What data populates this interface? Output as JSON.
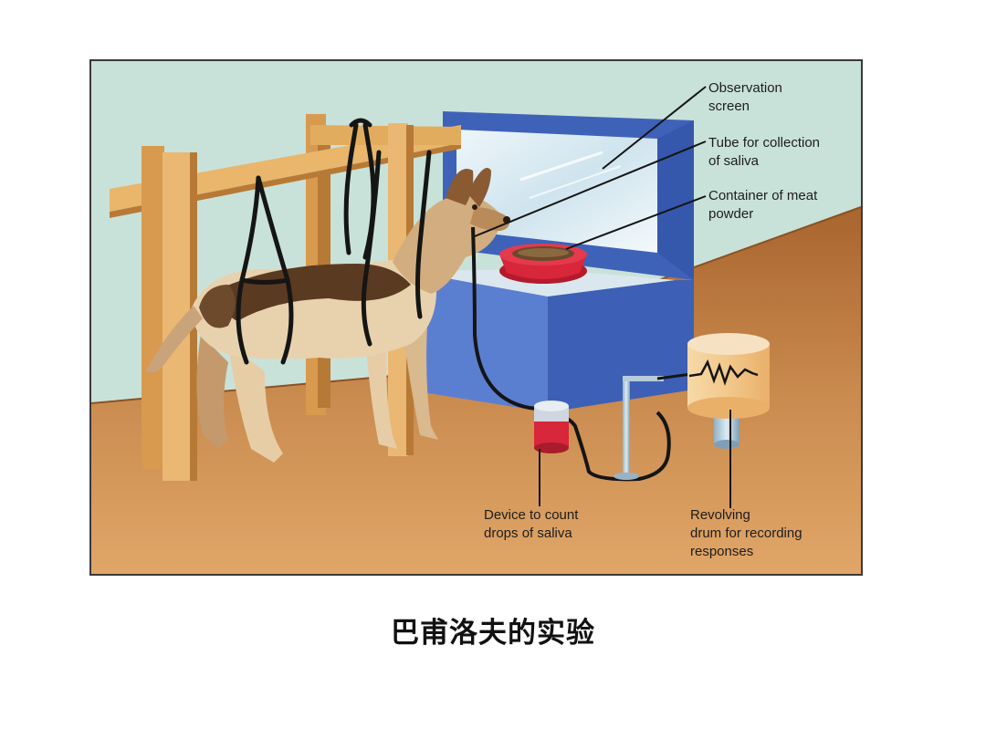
{
  "diagram": {
    "labels": {
      "observation_screen": "Observation\nscreen",
      "tube": "Tube for collection\nof saliva",
      "container": "Container of meat\npowder",
      "device": "Device to count\ndrops of saliva",
      "drum": "Revolving\ndrum for recording\nresponses"
    },
    "colors": {
      "wall": "#c9e2d9",
      "floor": "#c98a4e",
      "wood": "#e9b66c",
      "box": "#4b6fc8",
      "bowl": "#d8263a",
      "drum": "#f3c98f"
    }
  },
  "caption": "巴甫洛夫的实验"
}
